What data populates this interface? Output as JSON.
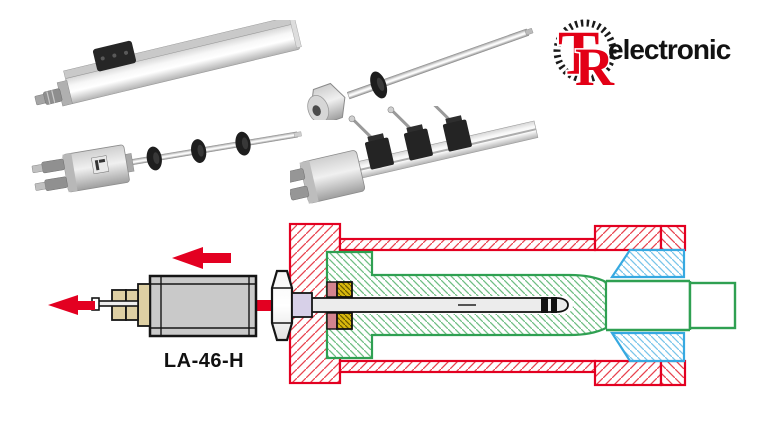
{
  "page": {
    "background": "#ffffff"
  },
  "logo": {
    "emblem_t": "T",
    "emblem_r": "R",
    "wordmark": "electronic",
    "red": "#e30016",
    "black": "#121212"
  },
  "products": {
    "top_left": {
      "icon": "profile-encoder-with-slider-magnet"
    },
    "top_right": {
      "icon": "rod-encoder-with-flange-and-ring-magnet"
    },
    "mid_left": {
      "icon": "rod-encoder-with-three-ring-magnets"
    },
    "mid_right": {
      "icon": "rail-encoder-with-three-block-magnets"
    }
  },
  "diagram": {
    "label": "LA-46-H",
    "colors": {
      "cylinder": "#e30021",
      "piston_rod": "#2fa052",
      "rod_gland": "#36a9e1",
      "magnet": "#d8b80c",
      "seal": "#d4848e",
      "coupling": "#d7d0e8",
      "housing": "#c9c9c9",
      "connector": "#ddcfa3",
      "arrow": "#e30021"
    }
  }
}
